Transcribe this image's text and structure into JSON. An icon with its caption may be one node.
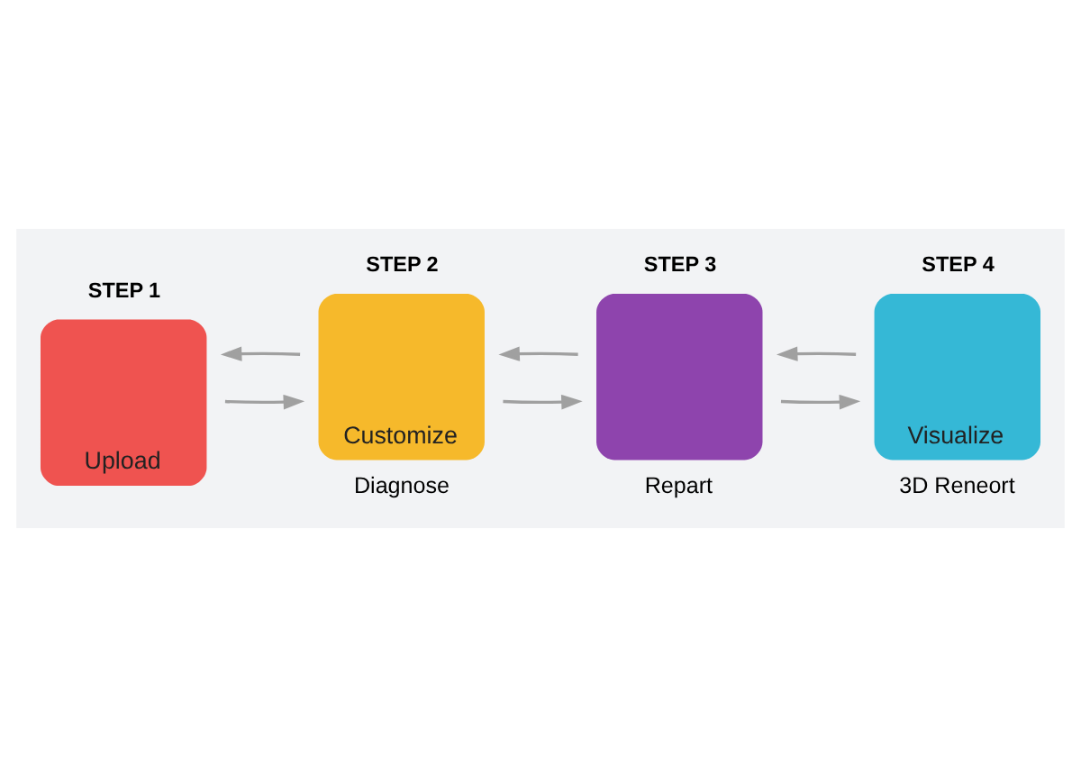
{
  "diagram": {
    "nodes": [
      {
        "text": [
          "STEP 1",
          "Upload"
        ]
      },
      {
        "text": [
          "STEP 2",
          "Customize"
        ],
        "beside": [
          "Diagnose"
        ]
      },
      {
        "text": [
          "STEP 3"
        ],
        "beside": [
          "Repart"
        ]
      },
      {
        "text": [
          "STEP 4",
          "Visualize"
        ],
        "beside": [
          "3D Reneort"
        ]
      }
    ],
    "edges": [
      {
        "from": 0,
        "to": 1,
        "arrow": "to"
      },
      {
        "from": 1,
        "to": 0,
        "arrow": "to"
      },
      {
        "from": 1,
        "to": 2,
        "arrow": "to"
      },
      {
        "from": 2,
        "to": 1,
        "arrow": "to"
      },
      {
        "from": 2,
        "to": 3,
        "arrow": "to"
      },
      {
        "from": 3,
        "to": 2,
        "arrow": "to"
      }
    ]
  }
}
